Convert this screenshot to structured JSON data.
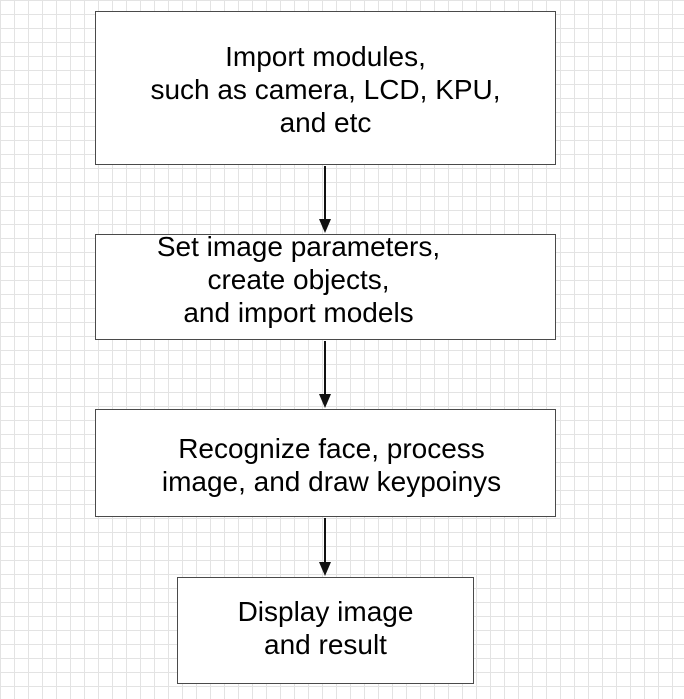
{
  "steps": [
    {
      "id": "import-modules",
      "label": "Import modules,\nsuch as camera, LCD, KPU,\nand etc"
    },
    {
      "id": "set-parameters",
      "label": "Set image parameters,\ncreate objects,\nand import models"
    },
    {
      "id": "recognize-face",
      "label": "Recognize face, process\nimage, and draw keypoinys"
    },
    {
      "id": "display-result",
      "label": "Display image\nand result"
    }
  ],
  "colors": {
    "box_border": "#4a4a4a",
    "arrow": "#111111",
    "grid": "#e3e3e3",
    "text": "#000000"
  }
}
